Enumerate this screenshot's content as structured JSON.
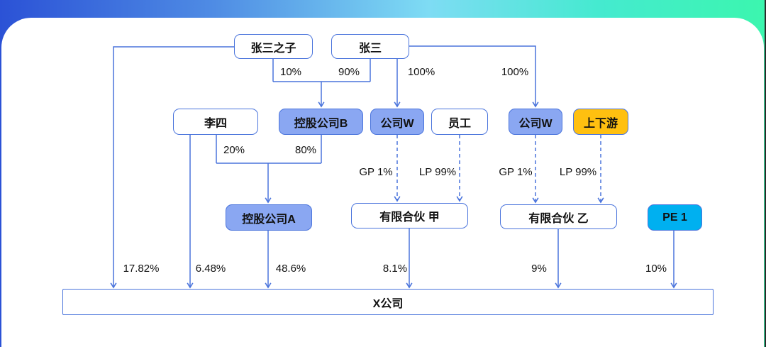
{
  "page": {
    "background_gradient": [
      "#2b52d6",
      "#7edcf4",
      "#3bf6ae"
    ],
    "card_color": "#ffffff"
  },
  "diagram": {
    "colors": {
      "line_blue": "#4a74dc",
      "node_fill_blue": "#8aa7f2",
      "node_fill_orange": "#ffc010",
      "node_fill_cyan": "#00b0f0",
      "text": "#111111"
    },
    "nodes": {
      "zhangsanzhizi": {
        "label": "张三之子"
      },
      "zhangsan": {
        "label": "张三"
      },
      "lisi": {
        "label": "李四"
      },
      "holding_b": {
        "label": "控股公司B"
      },
      "company_w_1": {
        "label": "公司W"
      },
      "employee": {
        "label": "员工"
      },
      "company_w_2": {
        "label": "公司W"
      },
      "upstream": {
        "label": "上下游"
      },
      "holding_a": {
        "label": "控股公司A"
      },
      "lp_jia": {
        "label": "有限合伙 甲"
      },
      "lp_yi": {
        "label": "有限合伙 乙"
      },
      "pe1": {
        "label": "PE 1"
      },
      "x_company": {
        "label": "X公司"
      }
    },
    "edge_labels": {
      "son_to_holding_b": "10%",
      "zhangsan_to_holding_b": "90%",
      "zhangsan_to_company_w_1": "100%",
      "zhangsan_to_company_w_2": "100%",
      "lisi_to_holding_a": "20%",
      "holding_b_to_holding_a": "80%",
      "company_w_1_gp": "GP 1%",
      "employee_lp": "LP 99%",
      "company_w_2_gp": "GP 1%",
      "upstream_lp": "LP 99%",
      "son_to_x": "17.82%",
      "lisi_to_x": "6.48%",
      "holding_a_to_x": "48.6%",
      "lp_jia_to_x": "8.1%",
      "lp_yi_to_x": "9%",
      "pe1_to_x": "10%"
    }
  }
}
